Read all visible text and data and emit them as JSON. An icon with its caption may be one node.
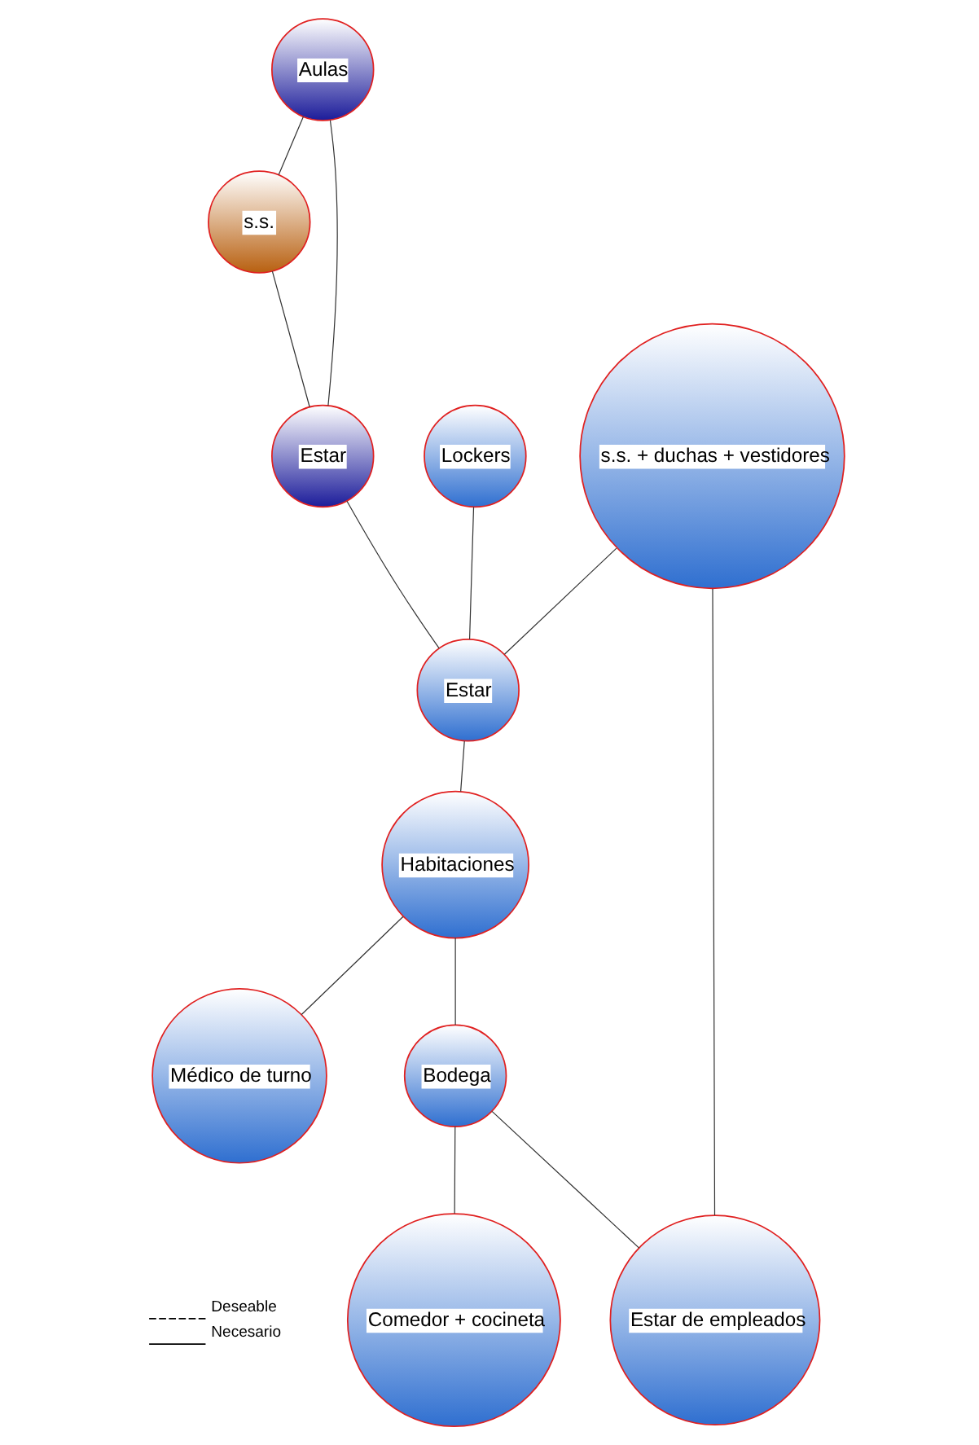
{
  "diagram": {
    "nodes": [
      {
        "text": [
          "Aulas"
        ]
      },
      {
        "text": [
          "s.s."
        ]
      },
      {
        "text": [
          "Estar"
        ]
      },
      {
        "text": [
          "Lockers"
        ]
      },
      {
        "text": [
          "s.s. + duchas + vestidores"
        ]
      },
      {
        "text": [
          "Estar"
        ]
      },
      {
        "text": [
          "Estar de empleados"
        ]
      },
      {
        "text": [
          "Bodega"
        ]
      },
      {
        "text": [
          "Habitaciones"
        ]
      },
      {
        "text": [
          "Comedor + cocineta"
        ]
      },
      {
        "text": [
          "Médico de turno"
        ]
      }
    ],
    "edges": [
      {
        "from": 0,
        "to": 1,
        "arrow": "none"
      },
      {
        "from": 0,
        "to": 2,
        "arrow": "none"
      },
      {
        "from": 1,
        "to": 2,
        "arrow": "none"
      },
      {
        "from": 2,
        "to": 5,
        "arrow": "none"
      },
      {
        "from": 3,
        "to": 5,
        "arrow": "none"
      },
      {
        "from": 4,
        "to": 5,
        "arrow": "none"
      },
      {
        "from": 4,
        "to": 6,
        "arrow": "none"
      },
      {
        "from": 7,
        "to": 6,
        "arrow": "none"
      },
      {
        "from": 7,
        "to": 9,
        "arrow": "none"
      },
      {
        "from": 5,
        "to": 8,
        "arrow": "none"
      },
      {
        "from": 8,
        "to": 7,
        "arrow": "none"
      },
      {
        "from": 8,
        "to": 10,
        "arrow": "none"
      }
    ],
    "legend": [
      {
        "text": "Deseable"
      },
      {
        "text": "Necesario"
      }
    ]
  }
}
